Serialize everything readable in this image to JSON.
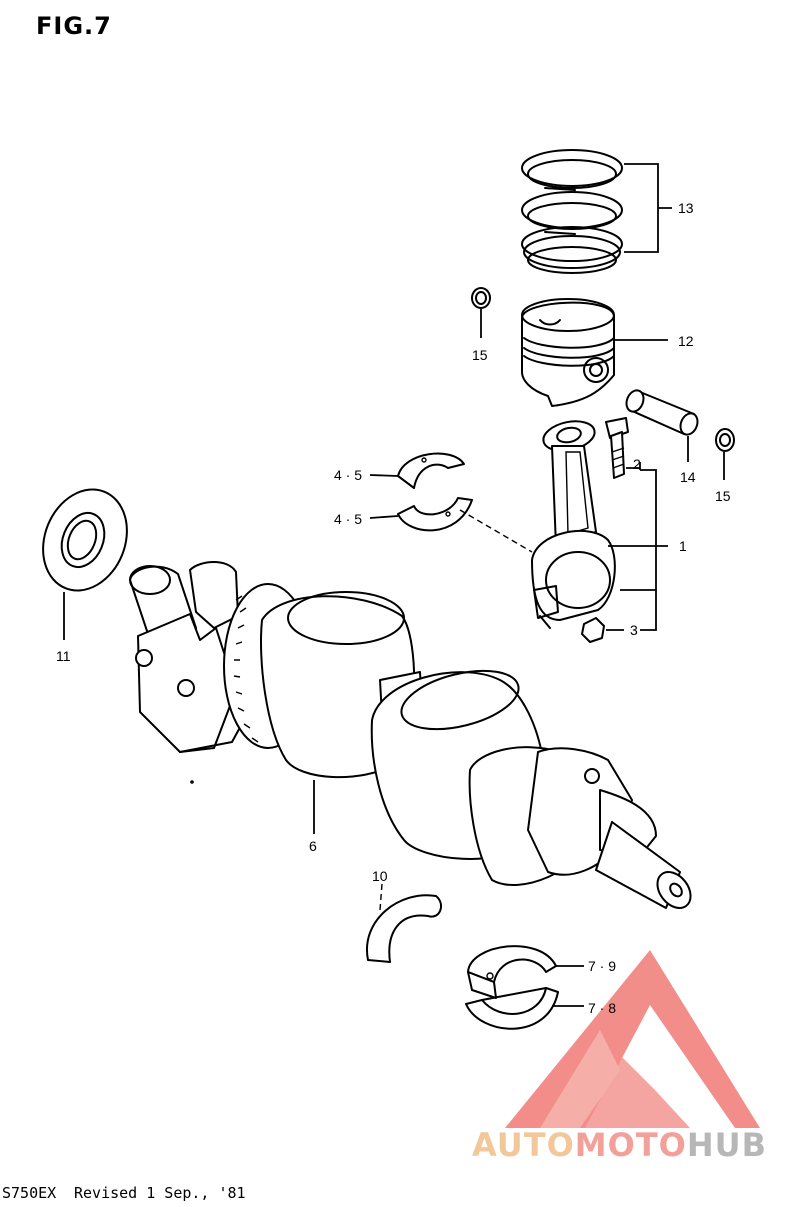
{
  "figure": {
    "title": "FIG.7",
    "model_code": "S750EX",
    "revision": "Revised 1 Sep., '81"
  },
  "callouts": {
    "c13": "13",
    "c12": "12",
    "c15a": "15",
    "c14": "14",
    "c15b": "15",
    "c2": "2",
    "c1": "1",
    "c3": "3",
    "c45a": "4 · 5",
    "c45b": "4 · 5",
    "c11": "11",
    "c6": "6",
    "c10": "10",
    "c79": "7 · 9",
    "c78": "7 · 8"
  },
  "watermark": {
    "part1": "AUTO",
    "part2": "MOTO",
    "part3": "HUB",
    "colors": {
      "auto": "#f2c89b",
      "moto": "#f4a09a",
      "hub": "#b7b7b7",
      "logo": "#f07a76"
    }
  }
}
